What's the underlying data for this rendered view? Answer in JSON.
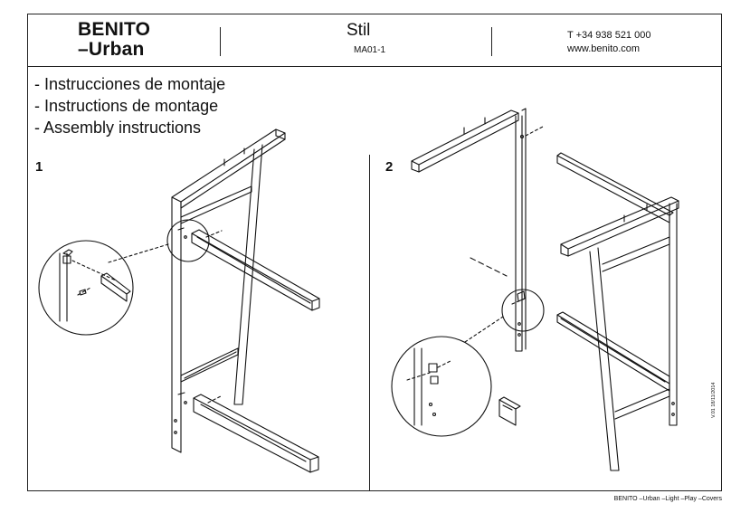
{
  "header": {
    "brand_line1": "BENITO",
    "brand_line2": "–Urban",
    "product": "Stil",
    "code": "MA01-1",
    "phone": "T +34 938 521 000",
    "website": "www.benito.com"
  },
  "instructions": [
    "- Instrucciones de montaje",
    "- Instructions de montage",
    "- Assembly instructions"
  ],
  "steps": [
    "1",
    "2"
  ],
  "footer": {
    "collections": "BENITO –Urban –Light –Play –Covers",
    "version": "V.01 18/11/2014"
  }
}
